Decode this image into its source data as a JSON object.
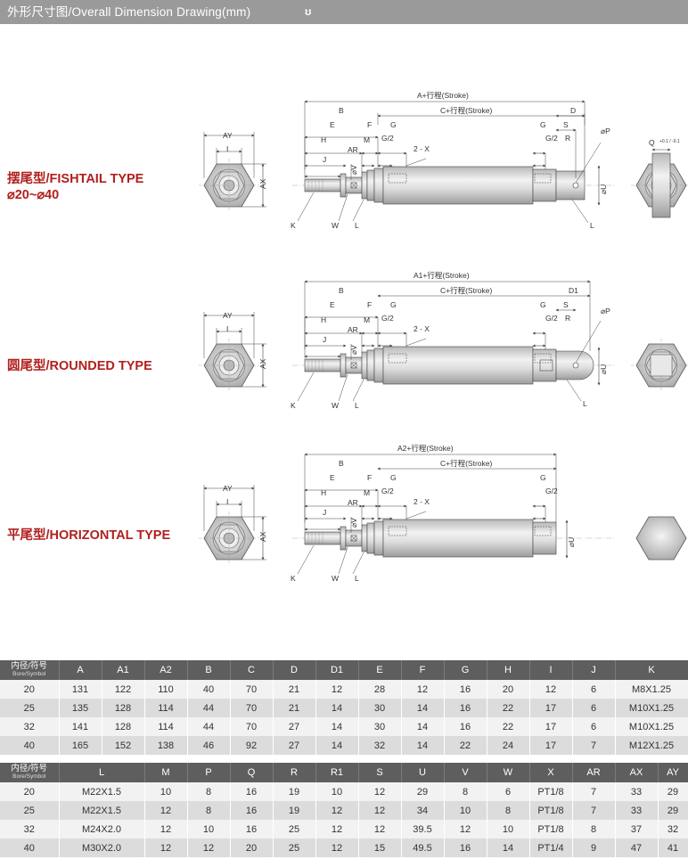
{
  "header": {
    "title": "外形尺寸图/Overall Dimension Drawing(mm)",
    "symbol": "ʊ"
  },
  "types": [
    {
      "label1": "摆尾型/FISHTAIL TYPE",
      "label2": "⌀20~⌀40"
    },
    {
      "label1": "圆尾型/ROUNDED TYPE"
    },
    {
      "label1": "平尾型/HORIZONTAL TYPE"
    }
  ],
  "dims": {
    "AY": "AY",
    "I": "I",
    "AX": "AX",
    "A": "A+行程(Stroke)",
    "A1": "A1+行程(Stroke)",
    "A2": "A2+行程(Stroke)",
    "B": "B",
    "C": "C+行程(Stroke)",
    "D": "D",
    "D1": "D1",
    "E": "E",
    "F": "F",
    "G": "G",
    "G2": "G/2",
    "S": "S",
    "R": "R",
    "H": "H",
    "M": "M",
    "AR": "AR",
    "J": "J",
    "V": "⌀V",
    "X": "2 - X",
    "P": "⌀P",
    "U": "⌀U",
    "K": "K",
    "W": "W",
    "L": "L",
    "Q": "Q",
    "Qtol": "+0.1 / -0.1"
  },
  "table1": {
    "sym_main": "内径/符号",
    "sym_sub": "Bore/Symbol",
    "headers": [
      "A",
      "A1",
      "A2",
      "B",
      "C",
      "D",
      "D1",
      "E",
      "F",
      "G",
      "H",
      "I",
      "J",
      "K"
    ],
    "rows": [
      [
        "20",
        "131",
        "122",
        "110",
        "40",
        "70",
        "21",
        "12",
        "28",
        "12",
        "16",
        "20",
        "12",
        "6",
        "M8X1.25"
      ],
      [
        "25",
        "135",
        "128",
        "114",
        "44",
        "70",
        "21",
        "14",
        "30",
        "14",
        "16",
        "22",
        "17",
        "6",
        "M10X1.25"
      ],
      [
        "32",
        "141",
        "128",
        "114",
        "44",
        "70",
        "27",
        "14",
        "30",
        "14",
        "16",
        "22",
        "17",
        "6",
        "M10X1.25"
      ],
      [
        "40",
        "165",
        "152",
        "138",
        "46",
        "92",
        "27",
        "14",
        "32",
        "14",
        "22",
        "24",
        "17",
        "7",
        "M12X1.25"
      ]
    ]
  },
  "table2": {
    "sym_main": "内径/符号",
    "sym_sub": "Bore/Symbol",
    "headers": [
      "L",
      "M",
      "P",
      "Q",
      "R",
      "R1",
      "S",
      "U",
      "V",
      "W",
      "X",
      "AR",
      "AX",
      "AY"
    ],
    "rows": [
      [
        "20",
        "M22X1.5",
        "10",
        "8",
        "16",
        "19",
        "10",
        "12",
        "29",
        "8",
        "6",
        "PT1/8",
        "7",
        "33",
        "29"
      ],
      [
        "25",
        "M22X1.5",
        "12",
        "8",
        "16",
        "19",
        "12",
        "12",
        "34",
        "10",
        "8",
        "PT1/8",
        "7",
        "33",
        "29"
      ],
      [
        "32",
        "M24X2.0",
        "12",
        "10",
        "16",
        "25",
        "12",
        "12",
        "39.5",
        "12",
        "10",
        "PT1/8",
        "8",
        "37",
        "32"
      ],
      [
        "40",
        "M30X2.0",
        "12",
        "12",
        "20",
        "25",
        "12",
        "15",
        "49.5",
        "16",
        "14",
        "PT1/4",
        "9",
        "47",
        "41"
      ]
    ]
  }
}
